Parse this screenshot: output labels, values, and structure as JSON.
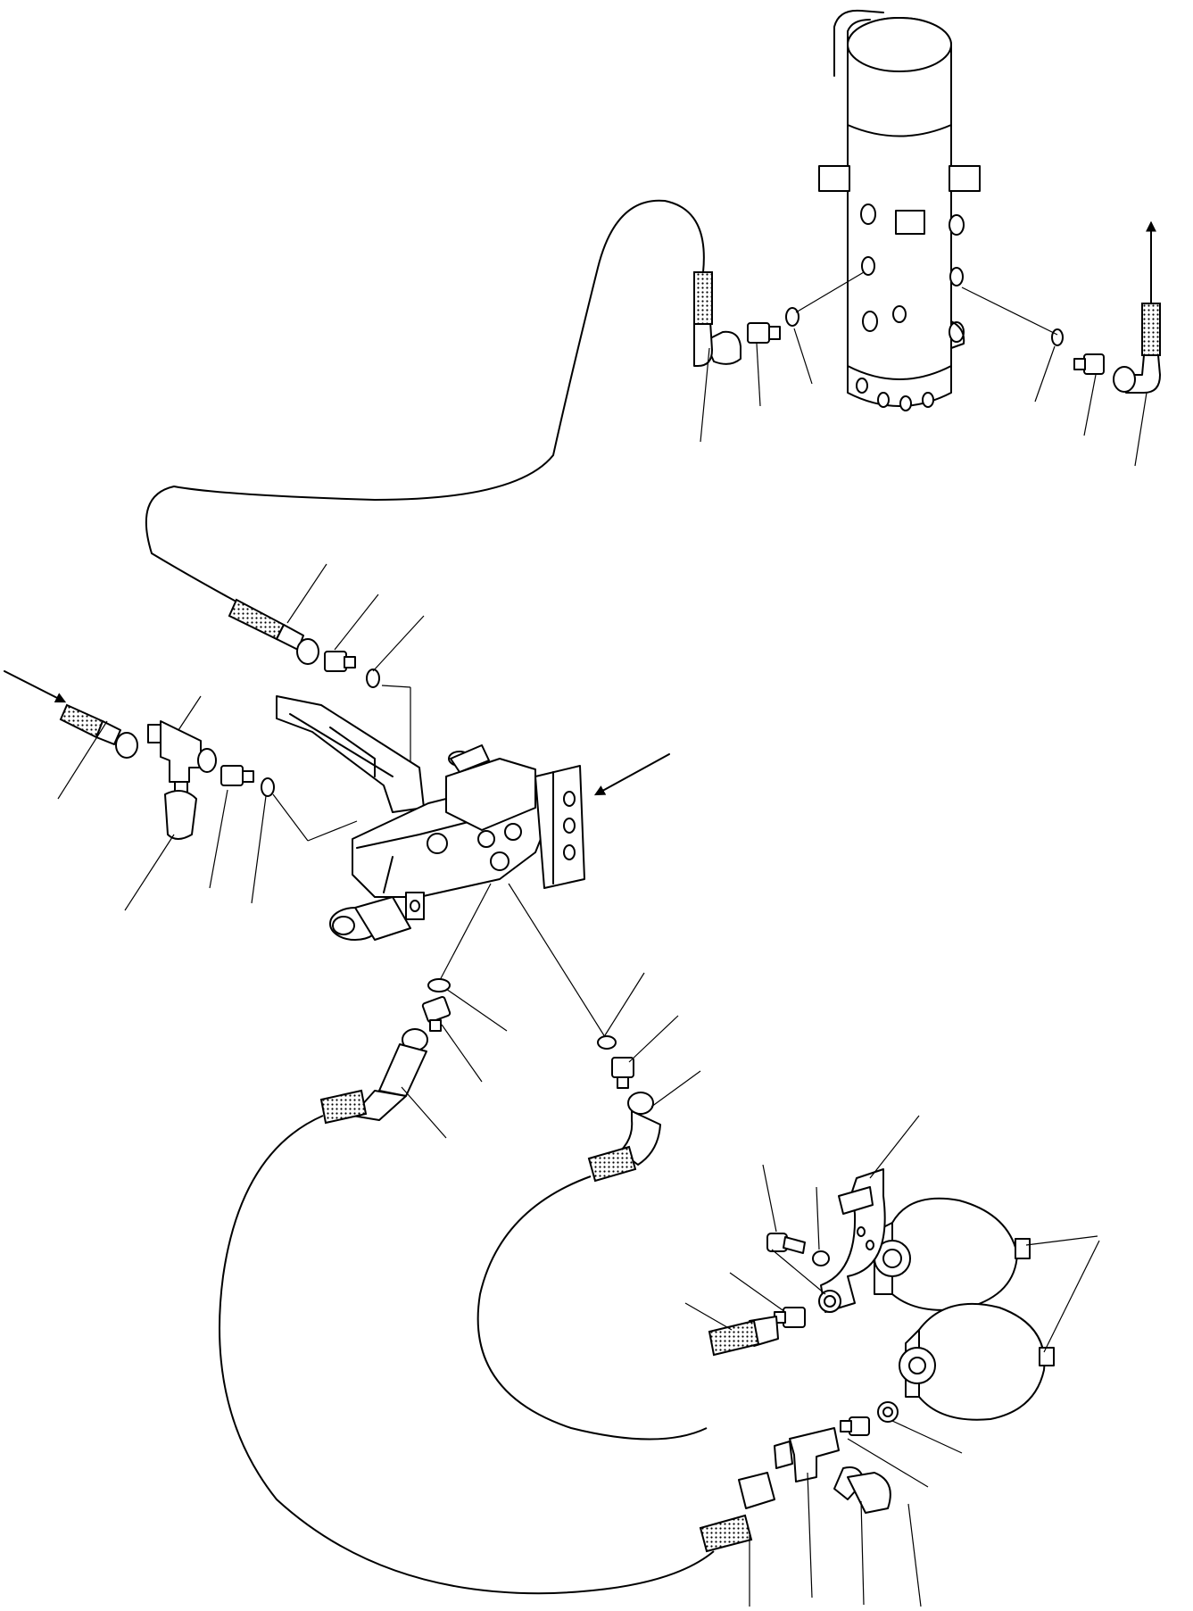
{
  "diagram": {
    "components": [
      {
        "id": "swivel-joint",
        "name": "swivel-joint-cylinder"
      },
      {
        "id": "brake-valve",
        "name": "brake-pedal-valve"
      },
      {
        "id": "accumulator-upper",
        "name": "accumulator-sphere"
      },
      {
        "id": "accumulator-lower",
        "name": "accumulator-sphere"
      }
    ],
    "flow_arrows": [
      {
        "id": "inlet",
        "direction": "in"
      },
      {
        "id": "outlet",
        "direction": "out"
      },
      {
        "id": "valve",
        "direction": "in"
      }
    ]
  },
  "colors": {
    "line": "#000000",
    "background": "#ffffff"
  }
}
